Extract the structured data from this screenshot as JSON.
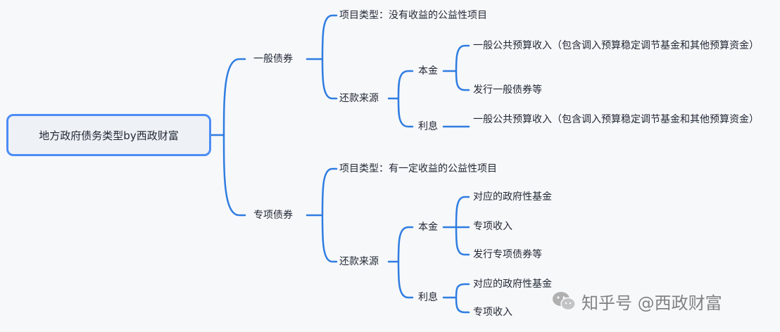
{
  "root": {
    "label": "地方政府债务类型by西政财富"
  },
  "general_bond": {
    "label": "一般债券",
    "project_type": "项目类型：没有收益的公益性项目",
    "repayment": {
      "label": "还款来源",
      "principal": {
        "label": "本金",
        "items": [
          "一般公共预算收入（包含调入预算稳定调节基金和其他预算资金）",
          "发行一般债券等"
        ]
      },
      "interest": {
        "label": "利息",
        "items": [
          "一般公共预算收入（包含调入预算稳定调节基金和其他预算资金）"
        ]
      }
    }
  },
  "special_bond": {
    "label": "专项债券",
    "project_type": "项目类型：有一定收益的公益性项目",
    "repayment": {
      "label": "还款来源",
      "principal": {
        "label": "本金",
        "items": [
          "对应的政府性基金",
          "专项收入",
          "发行专项债券等"
        ]
      },
      "interest": {
        "label": "利息",
        "items": [
          "对应的政府性基金",
          "专项收入"
        ]
      }
    }
  },
  "watermark": {
    "icon": "wechat-icon",
    "text": "知乎号 @西政财富"
  },
  "colors": {
    "connector": "#2f7de1",
    "root_border": "#4c8df6"
  }
}
